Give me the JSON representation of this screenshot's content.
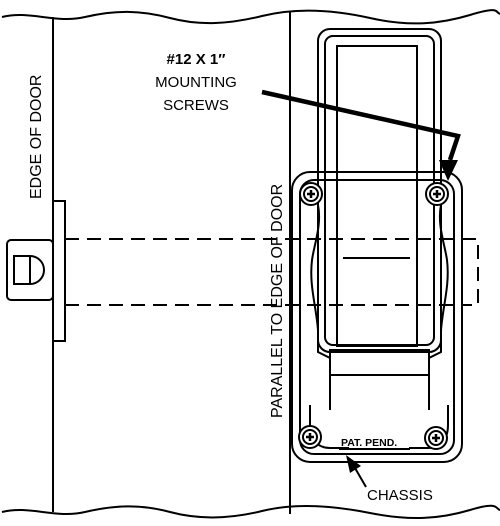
{
  "diagram": {
    "labels": {
      "edge_of_door": "EDGE OF DOOR",
      "parallel_to_edge": "PARALLEL TO EDGE OF DOOR",
      "screws_line1": "#12 X 1″",
      "screws_line2": "MOUNTING",
      "screws_line3": "SCREWS",
      "stamp": "PAT. PEND.",
      "chassis": "CHASSIS"
    },
    "colors": {
      "ink": "#000000",
      "paper": "#ffffff"
    }
  }
}
